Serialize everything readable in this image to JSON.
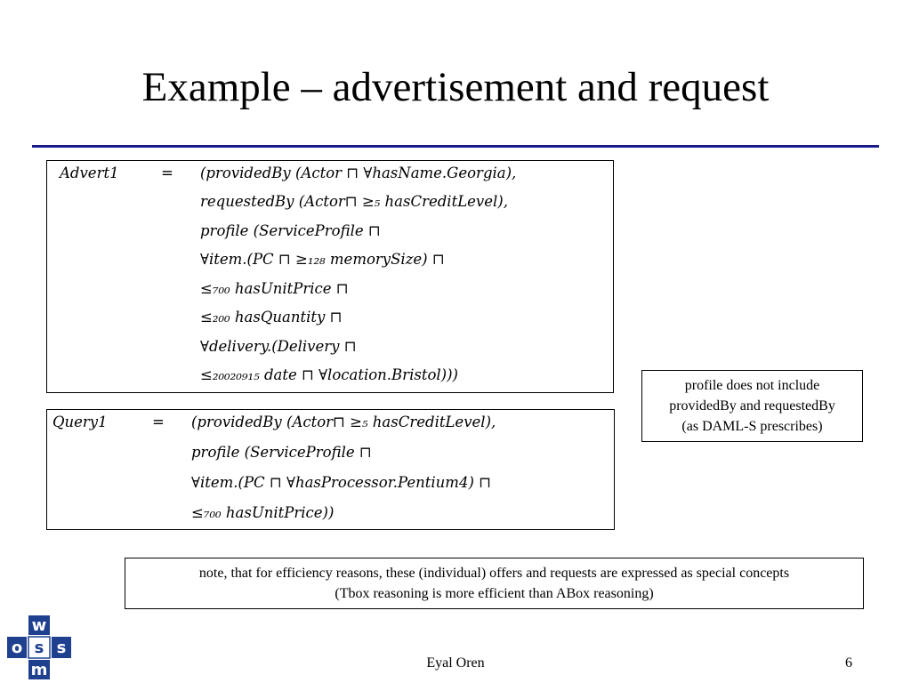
{
  "slide": {
    "title": "Example – advertisement and request",
    "author": "Eyal Oren",
    "page_number": "6",
    "accent_color": "#1a1a8c"
  },
  "advert": {
    "lhs": "Advert1",
    "eq": "=",
    "lines": [
      "(providedBy (Actor ⊓ ∀hasName.Georgia),",
      "requestedBy (Actor⊓ ≥₅ hasCreditLevel),",
      "profile (ServiceProfile ⊓",
      "∀item.(PC ⊓ ≥₁₂₈ memorySize) ⊓",
      "≤₇₀₀ hasUnitPrice ⊓",
      "≤₂₀₀ hasQuantity ⊓",
      "∀delivery.(Delivery ⊓",
      "≤₂₀₀₂₀₉₁₅ date ⊓ ∀location.Bristol)))"
    ]
  },
  "query": {
    "lhs": "Query1",
    "eq": "=",
    "lines": [
      "(providedBy (Actor⊓ ≥₅ hasCreditLevel),",
      "profile (ServiceProfile ⊓",
      "∀item.(PC ⊓ ∀hasProcessor.Pentium4) ⊓",
      "≤₇₀₀ hasUnitPrice))"
    ]
  },
  "note_profile": {
    "line1": "profile does not include",
    "line2": "providedBy and requestedBy",
    "line3": "(as DAML-S prescribes)"
  },
  "note_efficiency": {
    "line1": "note, that for efficiency reasons, these (individual) offers and requests are expressed as special concepts",
    "line2": "(Tbox reasoning is more efficient than ABox reasoning)"
  },
  "logo": {
    "letters": [
      "w",
      "o",
      "s",
      "m"
    ],
    "center_letter": "s",
    "color": "#1f3f8f"
  }
}
